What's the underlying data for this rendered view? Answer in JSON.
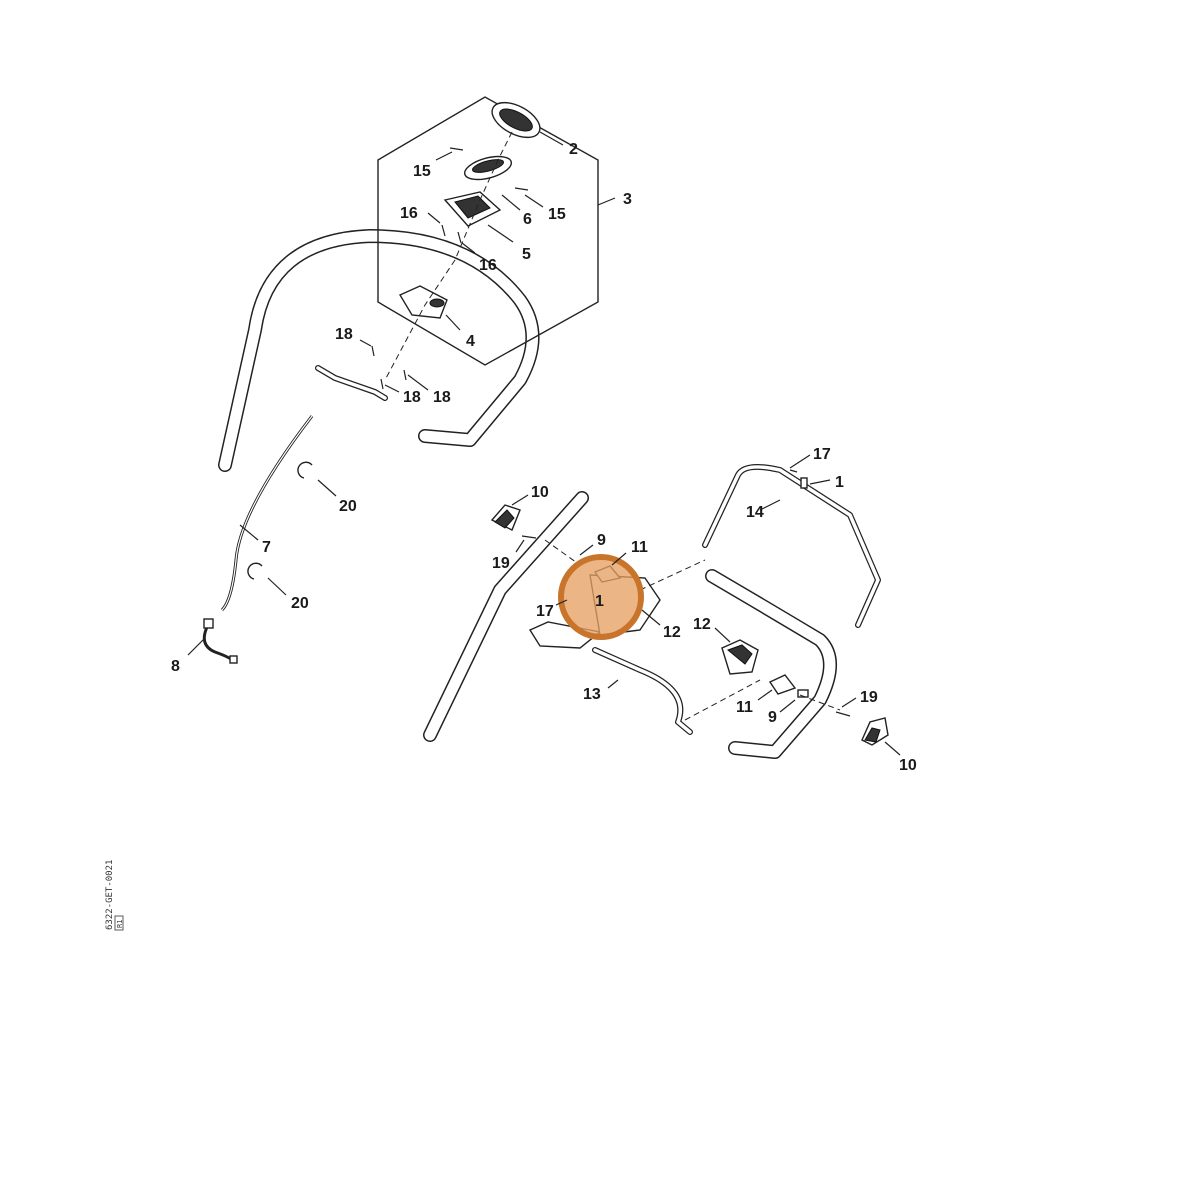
{
  "drawing_code": "6322-GET-0021",
  "drawing_code_box": "R1",
  "highlight": {
    "part": "1",
    "color": "#e7a063",
    "stroke": "#c8752b"
  },
  "callouts": [
    {
      "id": "c2",
      "label": "2"
    },
    {
      "id": "c15a",
      "label": "15"
    },
    {
      "id": "c3",
      "label": "3"
    },
    {
      "id": "c6",
      "label": "6"
    },
    {
      "id": "c15b",
      "label": "15"
    },
    {
      "id": "c16a",
      "label": "16"
    },
    {
      "id": "c5",
      "label": "5"
    },
    {
      "id": "c16b",
      "label": "16"
    },
    {
      "id": "c18a",
      "label": "18"
    },
    {
      "id": "c4",
      "label": "4"
    },
    {
      "id": "c18b",
      "label": "18"
    },
    {
      "id": "c18c",
      "label": "18"
    },
    {
      "id": "c20a",
      "label": "20"
    },
    {
      "id": "c7",
      "label": "7"
    },
    {
      "id": "c20b",
      "label": "20"
    },
    {
      "id": "c8",
      "label": "8"
    },
    {
      "id": "c10a",
      "label": "10"
    },
    {
      "id": "c19a",
      "label": "19"
    },
    {
      "id": "c9a",
      "label": "9"
    },
    {
      "id": "c11a",
      "label": "11"
    },
    {
      "id": "c17a",
      "label": "17"
    },
    {
      "id": "c1a",
      "label": "1"
    },
    {
      "id": "c12a",
      "label": "12"
    },
    {
      "id": "c13",
      "label": "13"
    },
    {
      "id": "c17b",
      "label": "17"
    },
    {
      "id": "c1b",
      "label": "1"
    },
    {
      "id": "c14",
      "label": "14"
    },
    {
      "id": "c12b",
      "label": "12"
    },
    {
      "id": "c11b",
      "label": "11"
    },
    {
      "id": "c9b",
      "label": "9"
    },
    {
      "id": "c19b",
      "label": "19"
    },
    {
      "id": "c10b",
      "label": "10"
    }
  ]
}
